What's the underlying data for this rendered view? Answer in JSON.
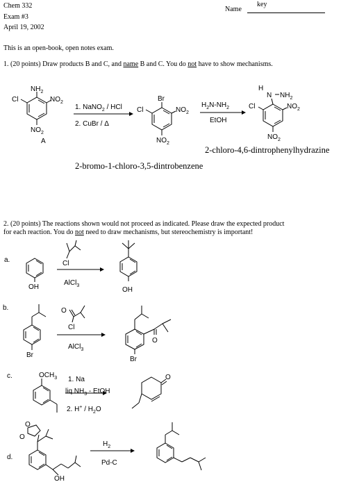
{
  "header": {
    "course": "Chem 332",
    "exam": "Exam #3",
    "date": "April 19, 2002",
    "name_label": "Name",
    "name_value": "key"
  },
  "intro": "This is an open-book, open notes exam.",
  "q1": {
    "text_a": "1.  (20 points) Draw products B and C, and ",
    "text_name": "name",
    "text_b": " B and C. You do ",
    "text_not": "not",
    "text_c": " have to show mechanisms.",
    "label_A": "A",
    "step1": "1. NaNO",
    "step1_sub": "2",
    "step1_tail": " / HCl",
    "step2": "2. CuBr / Δ",
    "reagent_top": "H",
    "reagent_sub": "2",
    "reagent_mid": "N-NH",
    "reagent_sub2": "2",
    "reagent_bottom": "EtOH",
    "name_C": "2-chloro-4,6-dintrophenylhydrazine",
    "name_B": "2-bromo-1-chloro-3,5-dintrobenzene"
  },
  "q2": {
    "text_line1": "2.  (20 points)  The reactions shown would not proceed as indicated.  Please draw the expected product",
    "text_line2a": "for each reaction. You do ",
    "text_not": "not",
    "text_line2b": " need to draw mechanisms, but stereochemistry is important!",
    "a": {
      "label": "a.",
      "reagent_top": "Cl",
      "reagent_bottom": "AlCl",
      "reagent_bottom_sub": "3",
      "oh": "OH",
      "oh_prod": "OH"
    },
    "b": {
      "label": "b.",
      "reagent_top_o": "O",
      "reagent_top_cl": "Cl",
      "reagent_bottom": "AlCl",
      "reagent_bottom_sub": "3",
      "br": "Br",
      "br_prod": "Br",
      "o_prod": "O"
    },
    "c": {
      "label": "c.",
      "och3": "OCH",
      "och3_sub": "3",
      "step1": "1. Na",
      "step_liq": "liq NH",
      "step_liq_sub": "3",
      "step_liq_tail": " - EtOH",
      "step2": "2. H",
      "step2_sup": "+",
      "step2_tail": " / H",
      "step2_sub": "2",
      "step2_end": "O",
      "o_prod": "O"
    },
    "d": {
      "label": "d.",
      "reagent_top": "H",
      "reagent_top_sub": "2",
      "reagent_bottom": "Pd-C",
      "oh": "OH",
      "o1": "O",
      "o2": "O"
    }
  },
  "atoms": {
    "NH2": "NH",
    "NH2_sub": "2",
    "NO2": "NO",
    "NO2_sub": "2",
    "Cl": "Cl",
    "Br": "Br",
    "H": "H",
    "N": "N",
    "NH": "NH"
  }
}
